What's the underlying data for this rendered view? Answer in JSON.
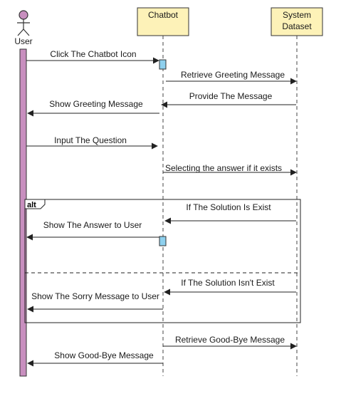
{
  "actors": {
    "user": "User",
    "chatbot": "Chatbot",
    "dataset_line1": "System",
    "dataset_line2": "Dataset"
  },
  "fragment": {
    "operator": "alt",
    "guard_1": "If The Solution Is Exist",
    "guard_2": "If The Solution Isn't Exist"
  },
  "messages": [
    "Click The Chatbot Icon",
    "Retrieve Greeting Message",
    "Provide The Message",
    "Show Greeting Message",
    "Input The Question",
    "Selecting the answer if it exists",
    "Show The Answer to User",
    "Show The Sorry Message to User",
    "Retrieve Good-Bye Message",
    "Show Good-Bye Message"
  ],
  "colors": {
    "participant_fill": "#fdf2b8",
    "user_activation": "#c88fbf",
    "chatbot_activation": "#8ed0ee",
    "line": "#333333"
  }
}
